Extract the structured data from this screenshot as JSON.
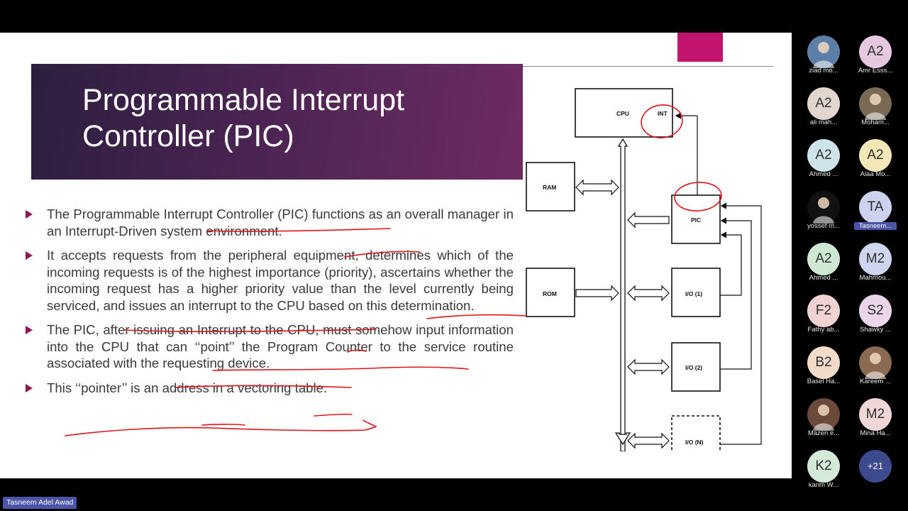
{
  "slide": {
    "title": "Programmable Interrupt Controller (PIC)",
    "bullets": [
      "The Programmable Interrupt Controller (PIC) functions as an overall manager in an Interrupt-Driven system environment.",
      "It accepts requests from the peripheral equipment, determines which of the incoming requests is of the highest importance (priority), ascertains whether the incoming request has a higher priority value than the level currently being serviced, and issues an interrupt to the CPU based on this determination.",
      "The PIC, after issuing an Interrupt to the CPU, must somehow input information into the CPU that can ‘‘point’’ the Program Counter to the service routine associated with the requesting device.",
      "This ‘‘pointer’’ is an address in a vectoring table."
    ],
    "accent_color": "#c0146f"
  },
  "diagram": {
    "labels": {
      "cpu": "CPU",
      "int": "INT",
      "ram": "RAM",
      "rom": "ROM",
      "pic": "PIC",
      "io1": "I/O (1)",
      "io2": "I/O (2)",
      "ion": "I/O (N)"
    }
  },
  "participants": [
    {
      "initials": "",
      "name": "ziad mo...",
      "color": "#5b7fa6",
      "icon": "user-photo"
    },
    {
      "initials": "A2",
      "name": "Amr Esss...",
      "color": "#e6c9e0"
    },
    {
      "initials": "A2",
      "name": "ali mah...",
      "color": "#e3d6cf"
    },
    {
      "initials": "",
      "name": "Moham...",
      "color": "#7a6a55",
      "icon": "user-photo"
    },
    {
      "initials": "A2",
      "name": "Ahmed ...",
      "color": "#cfe3ea"
    },
    {
      "initials": "A2",
      "name": "Alaa Mo...",
      "color": "#f3e7b8"
    },
    {
      "initials": "",
      "name": "yossef m...",
      "color": "#111111",
      "icon": "user-photo"
    },
    {
      "initials": "TA",
      "name": "Tasneem...",
      "color": "#cdd3ee",
      "highlight": true
    },
    {
      "initials": "A2",
      "name": "Ahmed ...",
      "color": "#cfe8d4"
    },
    {
      "initials": "M2",
      "name": "Mahmou...",
      "color": "#cdd6ee"
    },
    {
      "initials": "F2",
      "name": "Fathy ab...",
      "color": "#f0d2d2"
    },
    {
      "initials": "S2",
      "name": "Shawky ...",
      "color": "#ead5ea"
    },
    {
      "initials": "B2",
      "name": "Basel Ha...",
      "color": "#f2dcc9"
    },
    {
      "initials": "",
      "name": "Kareem ...",
      "color": "#8a6a50",
      "icon": "user-photo"
    },
    {
      "initials": "",
      "name": "Mazen e...",
      "color": "#6a4a3a",
      "icon": "user-photo"
    },
    {
      "initials": "M2",
      "name": "Mina Ha...",
      "color": "#f0d6d6"
    },
    {
      "initials": "K2",
      "name": "karim W...",
      "color": "#d4ead9"
    }
  ],
  "more_participants": "+21",
  "active_speaker": "Tasneem Adel Awad"
}
